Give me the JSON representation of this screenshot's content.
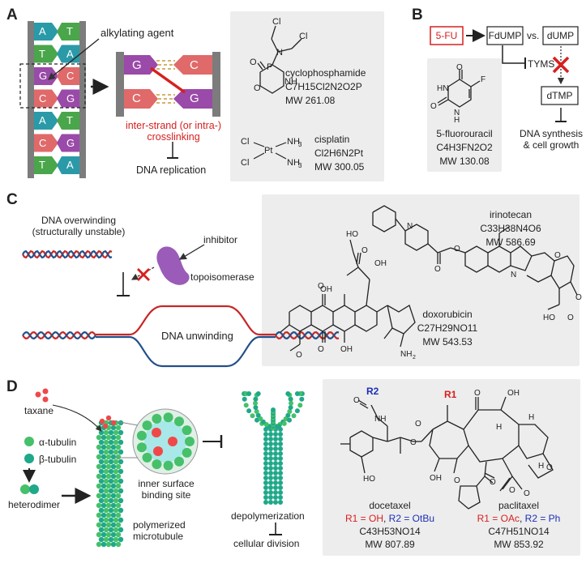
{
  "panels": [
    "A",
    "B",
    "C",
    "D"
  ],
  "panel_a": {
    "agent_label": "alkylating agent",
    "dna_strand_left": [
      "A",
      "T",
      "G",
      "C",
      "A",
      "C",
      "T"
    ],
    "dna_strand_right": [
      "T",
      "A",
      "C",
      "G",
      "T",
      "G",
      "A"
    ],
    "crosslink_top_left": "G",
    "crosslink_top_right": "C",
    "crosslink_bottom_left": "C",
    "crosslink_bottom_right": "G",
    "crosslink_label": "inter-strand (or intra-) crosslinking",
    "outcome": "DNA replication",
    "drug1": {
      "name": "cyclophosphamide",
      "formula": "C7H15Cl2N2O2P",
      "mw": "MW 261.08"
    },
    "drug2": {
      "name": "cisplatin",
      "formula": "Cl2H6N2Pt",
      "mw": "MW 300.05"
    }
  },
  "panel_b": {
    "fu": "5-FU",
    "fdump": "FdUMP",
    "vs": "vs.",
    "dump": "dUMP",
    "tyms": "TYMS",
    "dtmp": "dTMP",
    "outcome": "DNA synthesis & cell growth",
    "drug": {
      "name": "5-fluorouracil",
      "formula": "C4H3FN2O2",
      "mw": "MW 130.08"
    }
  },
  "panel_c": {
    "overwinding": "DNA overwinding (structurally unstable)",
    "inhibitor": "inhibitor",
    "topoisomerase": "topoisomerase",
    "unwinding": "DNA unwinding",
    "drug1": {
      "name": "irinotecan",
      "formula": "C33H38N4O6",
      "mw": "MW 586.69"
    },
    "drug2": {
      "name": "doxorubicin",
      "formula": "C27H29NO11",
      "mw": "MW 543.53"
    }
  },
  "panel_d": {
    "taxane": "taxane",
    "alpha": "α-tubulin",
    "beta": "β-tubulin",
    "heterodimer": "heterodimer",
    "polymerized": "polymerized microtubule",
    "binding_site": "inner surface binding site",
    "depolymerization": "depolymerization",
    "outcome": "cellular division",
    "drug1": {
      "name": "docetaxel",
      "r1": "R1 = OH",
      "r2": "R2 = OtBu",
      "formula": "C43H53NO14",
      "mw": "MW 807.89"
    },
    "drug2": {
      "name": "paclitaxel",
      "r1": "R1 = OAc",
      "r2": "R2 = Ph",
      "formula": "C47H51NO14",
      "mw": "MW 853.92"
    },
    "r1_label": "R1",
    "r2_label": "R2"
  },
  "colors": {
    "adenine": "#2a9aa8",
    "thymine": "#4aa64a",
    "guanine": "#9a4aa8",
    "cytosine": "#e0696a",
    "red": "#d6201f",
    "blue": "#1c2fb5",
    "tubulin": "#1fa88a"
  }
}
